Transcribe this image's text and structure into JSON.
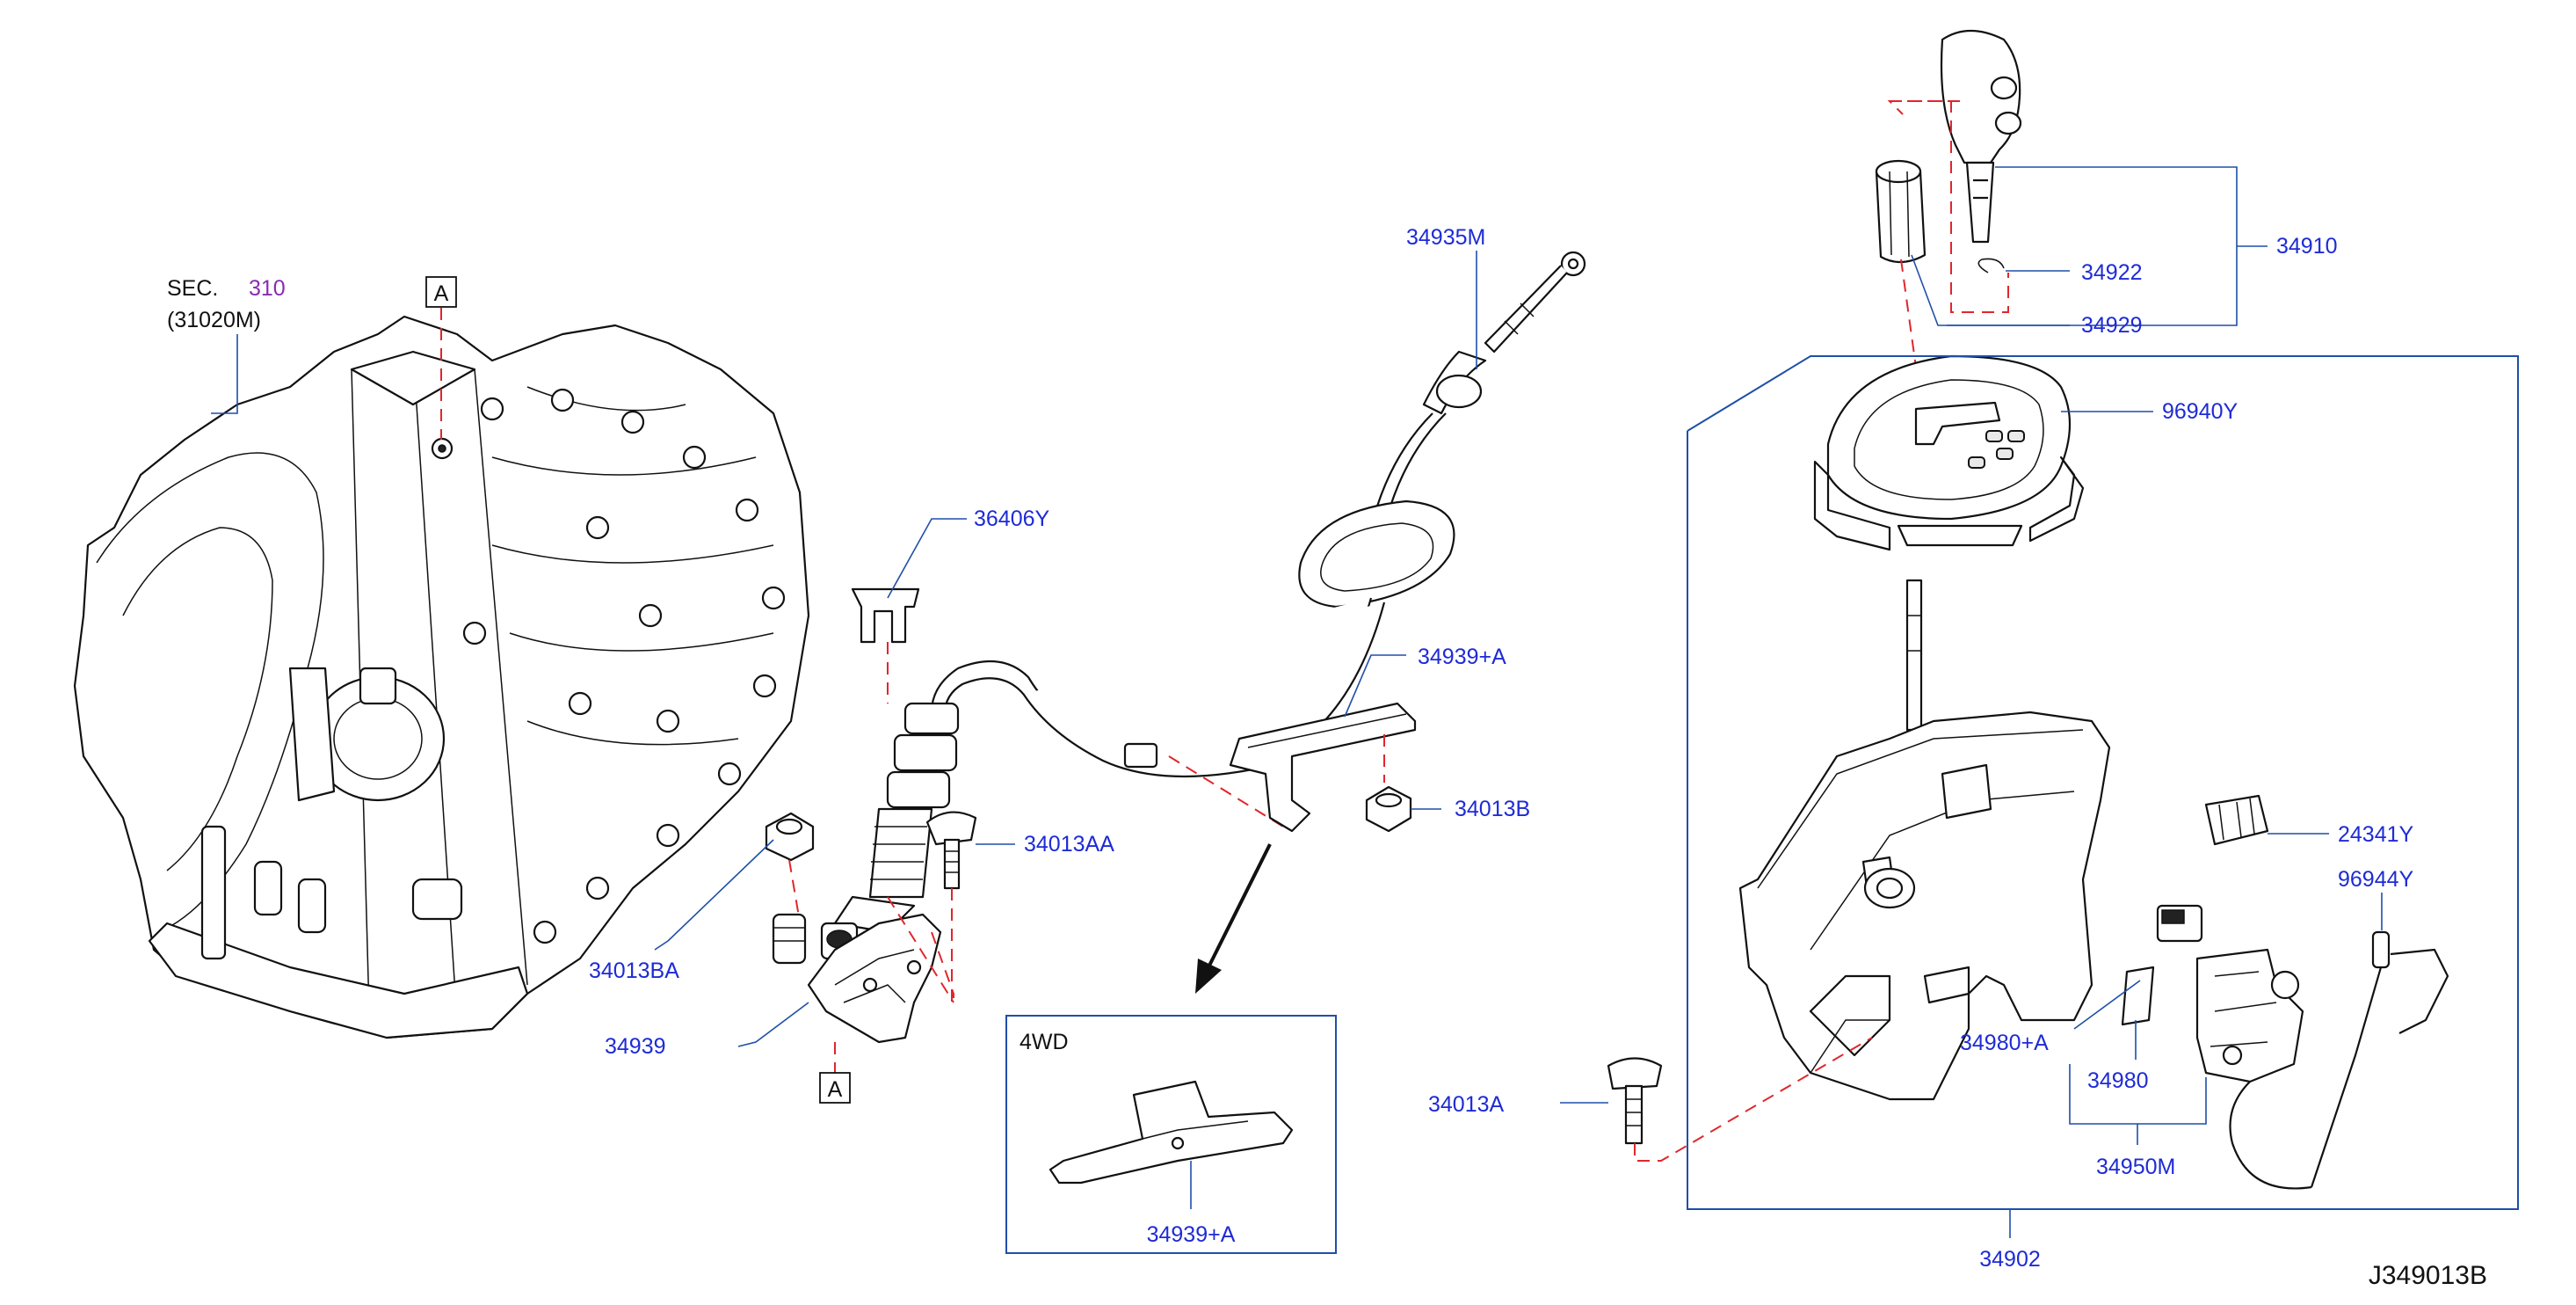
{
  "diagram_id": "J349013B",
  "section": {
    "prefix": "SEC.",
    "number": "310",
    "part": "(31020M)"
  },
  "views": {
    "ref_a_top": "A",
    "ref_a_bottom": "A",
    "inset_title": "4WD"
  },
  "parts": {
    "p34935M": "34935M",
    "p36406Y": "36406Y",
    "p34939A_main": "34939+A",
    "p34013B": "34013B",
    "p34013AA": "34013AA",
    "p34013BA": "34013BA",
    "p34939": "34939",
    "p34939A_inset": "34939+A",
    "p34910": "34910",
    "p34922": "34922",
    "p34929": "34929",
    "p96940Y": "96940Y",
    "p24341Y": "24341Y",
    "p96944Y": "96944Y",
    "p34980A": "34980+A",
    "p34980": "34980",
    "p34950M": "34950M",
    "p34013A": "34013A",
    "p34902": "34902"
  },
  "colors": {
    "part_number": "#1e2bd6",
    "leader": "#1e4fa8",
    "dashed_link": "#e0262c",
    "section_number": "#8b2bb0"
  }
}
